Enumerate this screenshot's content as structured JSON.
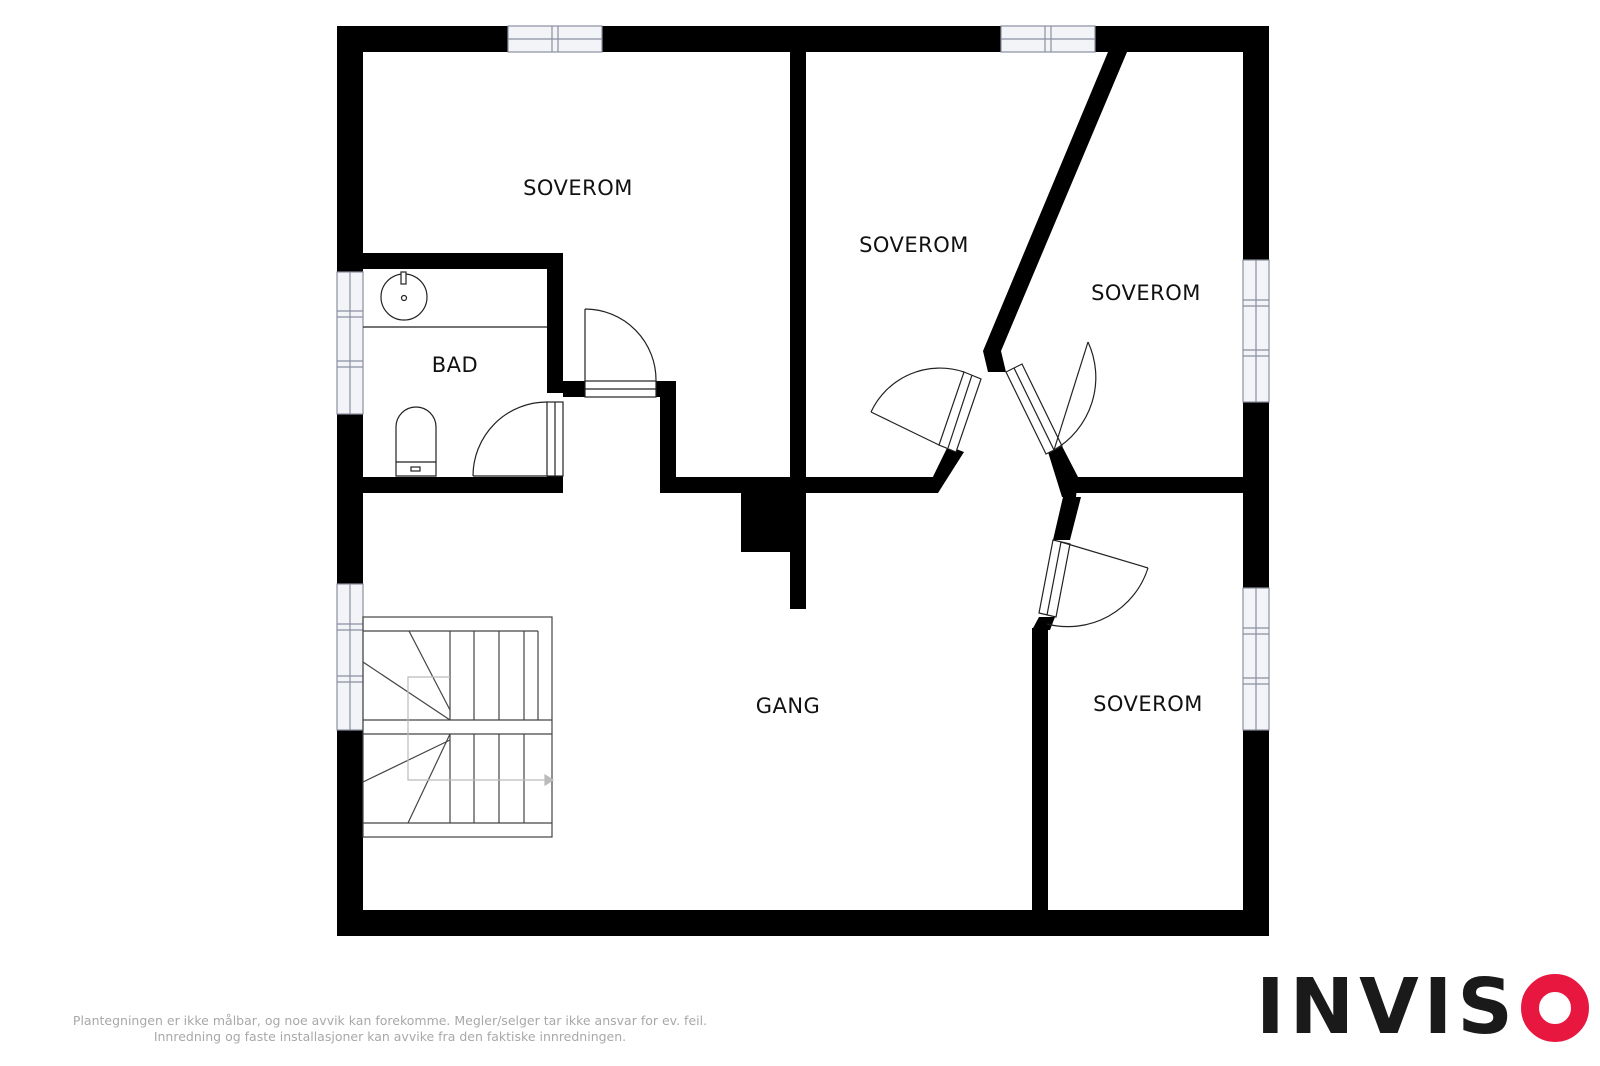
{
  "rooms": {
    "soverom_top_left": "SOVEROM",
    "soverom_top_middle": "SOVEROM",
    "soverom_right_upper": "SOVEROM",
    "soverom_right_lower": "SOVEROM",
    "bad": "BAD",
    "gang": "GANG"
  },
  "disclaimer": {
    "line1": "Plantegningen er ikke målbar, og noe avvik kan forekomme. Megler/selger tar ikke ansvar for ev. feil.",
    "line2": "Innredning og faste installasjoner kan avvike fra den faktiske innredningen."
  },
  "logo": {
    "letters": "INVIS",
    "o_symbol": "o-ring-icon",
    "text_color": "#1a1a1a",
    "accent_color": "#e8173f"
  },
  "colors": {
    "wall": "#000000",
    "window_fill": "#f2f4f8",
    "window_line": "#8a8fa0",
    "fixture_line": "#222222",
    "stair_line": "#444444",
    "stair_guide": "#bbbbbb"
  }
}
